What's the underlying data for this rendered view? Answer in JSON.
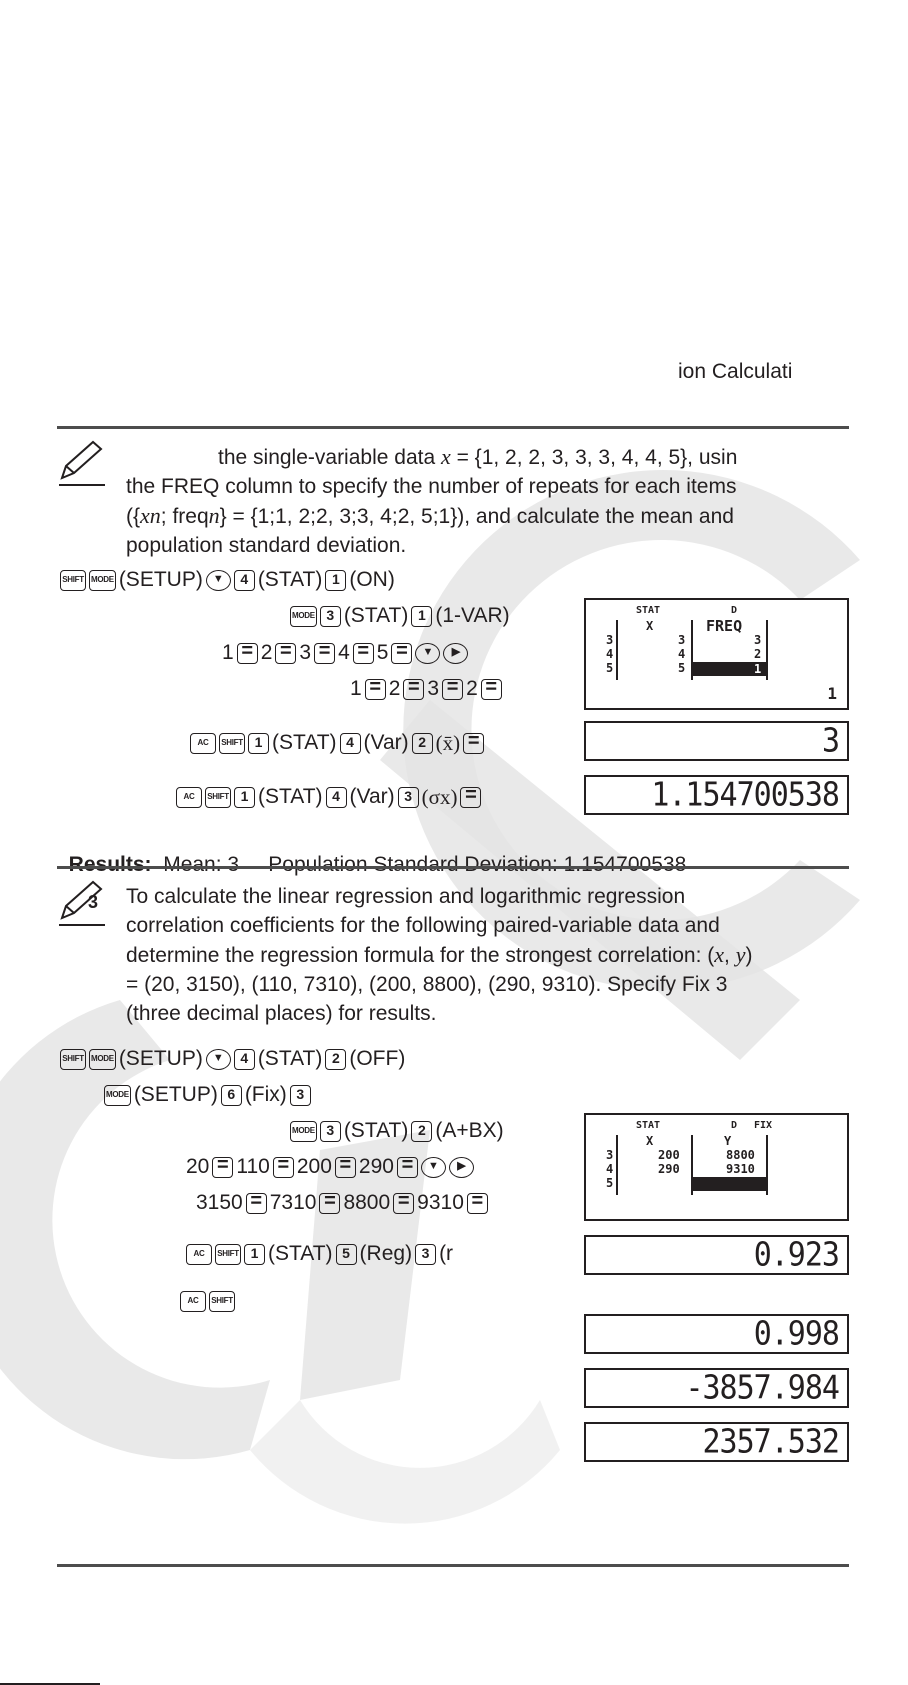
{
  "header": {
    "text": "ion Calculati"
  },
  "example1": {
    "text_pre": "the single-variable data",
    "var_x": "x",
    "set_text": " = {1, 2, 2, 3, 3, 3, 4, 4, 5}, usin",
    "line2": "the FREQ column to specify the number of repeats for each items",
    "line3_a": "({",
    "line3_xn": "xn",
    "line3_b": "; freq",
    "line3_n": "n",
    "line3_c": "} = {1;1, 2;2, 3;3, 4;2, 5;1}), and calculate the mean and",
    "line4": "population standard deviation.",
    "steps": {
      "s1": {
        "keys": [
          "SHIFT",
          "MODE"
        ],
        "t1": "(SETUP)",
        "k2": "4",
        "t2": "(STAT)",
        "k3": "1",
        "t3": "(ON)"
      },
      "s2": {
        "k1": "MODE",
        "k2": "3",
        "t2": "(STAT)",
        "k3": "1",
        "t3": "(1-VAR)"
      },
      "s3": {
        "nums": [
          "1",
          "2",
          "3",
          "4",
          "5"
        ]
      },
      "s4": {
        "nums": [
          "1",
          "2",
          "3",
          "2"
        ]
      },
      "s5": {
        "k1": "AC",
        "k2": "SHIFT",
        "k3": "1",
        "t3": "(STAT)",
        "k4": "4",
        "t4": "(Var)",
        "k5": "2",
        "t5": "(x̄)"
      },
      "s6": {
        "k1": "AC",
        "k2": "SHIFT",
        "k3": "1",
        "t3": "(STAT)",
        "k4": "4",
        "t4": "(Var)",
        "k5": "3",
        "t5": "(σx)"
      }
    },
    "screen": {
      "stat": "STAT",
      "d": "D",
      "col_x": "X",
      "col_freq": "FREQ",
      "row_nums": [
        "3",
        "4",
        "5"
      ],
      "x_vals": [
        "3",
        "4",
        "5"
      ],
      "freq_vals": [
        "3",
        "2",
        "1"
      ],
      "cursor": "1"
    },
    "result_mean": "3",
    "result_sd": "1.154700538",
    "results_label": "Results:",
    "results_text": "Mean: 3     Population Standard Deviation: 1.154700538"
  },
  "example2": {
    "icon_number": "3",
    "lines": [
      "To calculate the linear regression and logarithmic regression",
      "correlation coefficients for the following paired-variable data and",
      "determine the regression formula for the strongest correlation: (",
      "= (20, 3150), (110, 7310), (200, 8800), (290, 9310). Specify Fix 3",
      "(three decimal places) for results."
    ],
    "xy_x": "x",
    "xy_sep": ", ",
    "xy_y": "y",
    "xy_close": ")",
    "steps": {
      "s1": {
        "t1": "(SETUP)",
        "k2": "4",
        "t2": "(STAT)",
        "k3": "2",
        "t3": "(OFF)"
      },
      "s2": {
        "t1": "(SETUP)",
        "k2": "6",
        "t2": "(Fix)",
        "k3": "3"
      },
      "s3": {
        "k2": "3",
        "t2": "(STAT)",
        "k3": "2",
        "t3": "(A+BX)"
      },
      "s4": {
        "nums": [
          "20",
          "110",
          "200",
          "290"
        ]
      },
      "s5": {
        "nums": [
          "3150",
          "7310",
          "8800",
          "9310"
        ]
      },
      "s6": {
        "t3": "(STAT)",
        "k3": "1",
        "k4": "5",
        "t4": "(Reg)",
        "k5": "3",
        "t5": "(r"
      }
    },
    "screen": {
      "stat": "STAT",
      "d": "D",
      "fix": "FIX",
      "col_x": "X",
      "col_y": "Y",
      "row_nums": [
        "3",
        "4",
        "5"
      ],
      "x_vals": [
        "200",
        "290"
      ],
      "y_vals": [
        "8800",
        "9310"
      ]
    },
    "results": [
      "0.923",
      "0.998",
      "-3857.984",
      "2357.532"
    ]
  },
  "keys": {
    "shift": "SHIFT",
    "mode": "MODE",
    "ac": "AC",
    "eq": "="
  }
}
